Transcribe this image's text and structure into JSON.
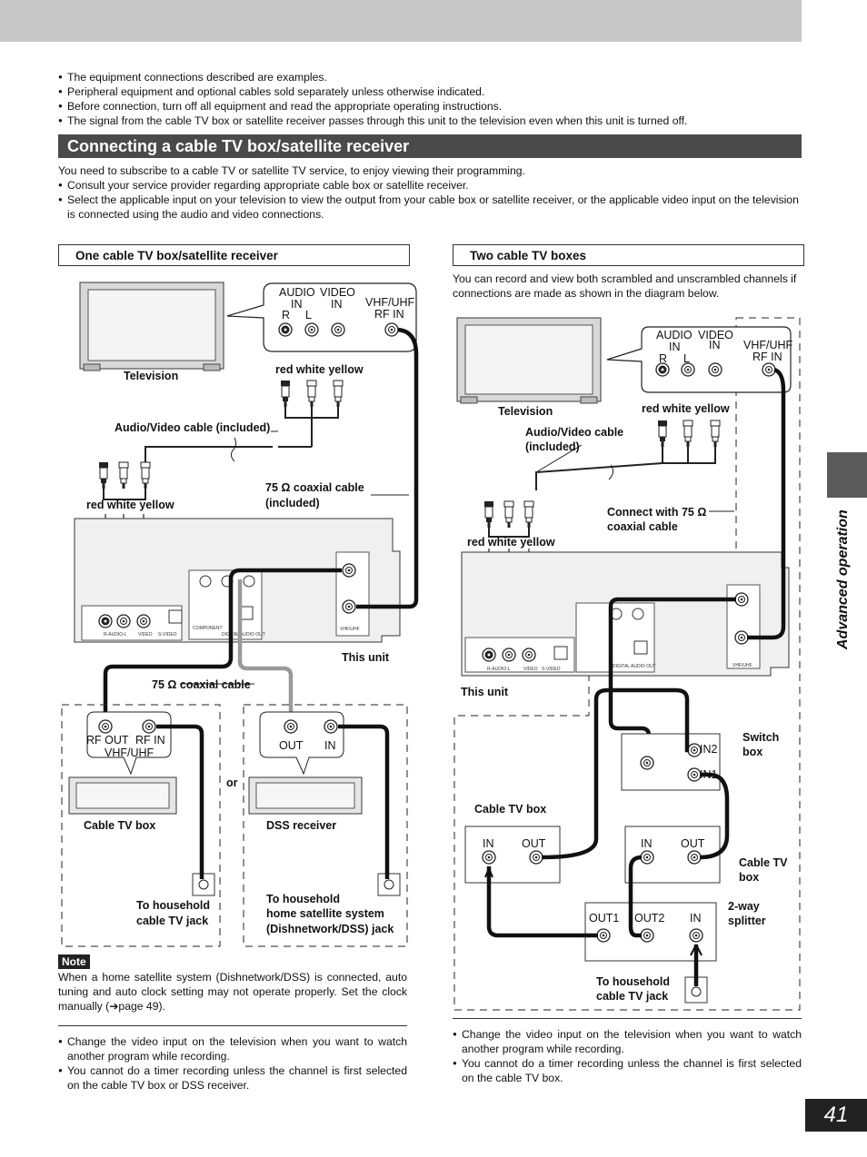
{
  "intro_bullets": [
    "The equipment connections described are examples.",
    "Peripheral equipment and optional cables sold separately unless otherwise indicated.",
    "Before connection, turn off all equipment and read the appropriate operating instructions.",
    "The signal from the cable TV box or satellite receiver passes through this unit to the television even when this unit is turned off."
  ],
  "section_title": "Connecting a cable TV box/satellite receiver",
  "section_desc": {
    "lead": "You need to subscribe to a cable TV or satellite TV service, to enjoy viewing their programming.",
    "bullets": [
      "Consult your service provider regarding appropriate cable box or satellite receiver.",
      "Select the applicable input on your television to view the output from your cable box or satellite receiver, or the applicable video input on the television is connected using the audio and video connections."
    ]
  },
  "side_tab_label": "Advanced operation",
  "page_number": "41",
  "left_panel": {
    "heading": "One cable TV box/satellite receiver",
    "labels": {
      "audio_in": "AUDIO",
      "in1": "IN",
      "video_in": "VIDEO",
      "in2": "IN",
      "vhf_uhf": "VHF/UHF",
      "rf_in": "RF IN",
      "r": "R",
      "l": "L",
      "television": "Television",
      "rwy_top": "red white yellow",
      "av_cable": "Audio/Video cable (included)",
      "rwy_bottom": "red white yellow",
      "coax75_l1": "75 Ω coaxial cable",
      "coax75_l2": "(included)",
      "this_unit": "This unit",
      "coax75": "75 Ω coaxial cable",
      "rf_out": "RF OUT",
      "rf_in2": "RF IN",
      "vhf_uhf2": "VHF/UHF",
      "out": "OUT",
      "in3": "IN",
      "or": "or",
      "cable_tv_box": "Cable TV box",
      "dss_receiver": "DSS receiver",
      "household_cable_l1": "To household",
      "household_cable_l2": "cable TV jack",
      "household_sat_l1": "To household",
      "household_sat_l2": "home satellite system",
      "household_sat_l3": "(Dishnetwork/DSS) jack"
    }
  },
  "right_panel": {
    "heading": "Two cable TV boxes",
    "desc": "You can record and view both scrambled and unscrambled channels if connections are made as shown in the diagram below.",
    "labels": {
      "audio": "AUDIO",
      "in1": "IN",
      "video": "VIDEO",
      "in2": "IN",
      "vhf_uhf": "VHF/UHF",
      "rf_in": "RF IN",
      "r": "R",
      "l": "L",
      "television": "Television",
      "rwy_top": "red white yellow",
      "av_cable_l1": "Audio/Video cable",
      "av_cable_l2": "(included)",
      "connect75_l1": "Connect with 75 Ω",
      "connect75_l2": "coaxial cable",
      "rwy_bottom": "red white yellow",
      "this_unit": "This unit",
      "in2_sw": "IN2",
      "in1_sw": "IN1",
      "switch_l1": "Switch",
      "switch_l2": "box",
      "cable_tv_box": "Cable TV box",
      "box1_in": "IN",
      "box1_out": "OUT",
      "box2_in": "IN",
      "box2_out": "OUT",
      "cable_tv_l1": "Cable TV",
      "cable_tv_l2": "box",
      "out1": "OUT1",
      "out2": "OUT2",
      "sp_in": "IN",
      "splitter_l1": "2-way",
      "splitter_l2": "splitter",
      "household_l1": "To household",
      "household_l2": "cable TV jack"
    }
  },
  "note": {
    "label": "Note",
    "text": "When a home satellite system (Dishnetwork/DSS) is connected, auto tuning and auto clock setting may not operate properly. Set the clock manually (➔page 49)."
  },
  "left_bottom_bullets": [
    "Change the video input on the television when you want to watch another program while recording.",
    "You cannot do a timer recording unless the channel is first selected on the cable TV box or DSS receiver."
  ],
  "right_bottom_bullets": [
    "Change the video input on the television when you want to watch another program while recording.",
    "You cannot do a timer recording unless the channel is first selected on the cable TV box."
  ]
}
